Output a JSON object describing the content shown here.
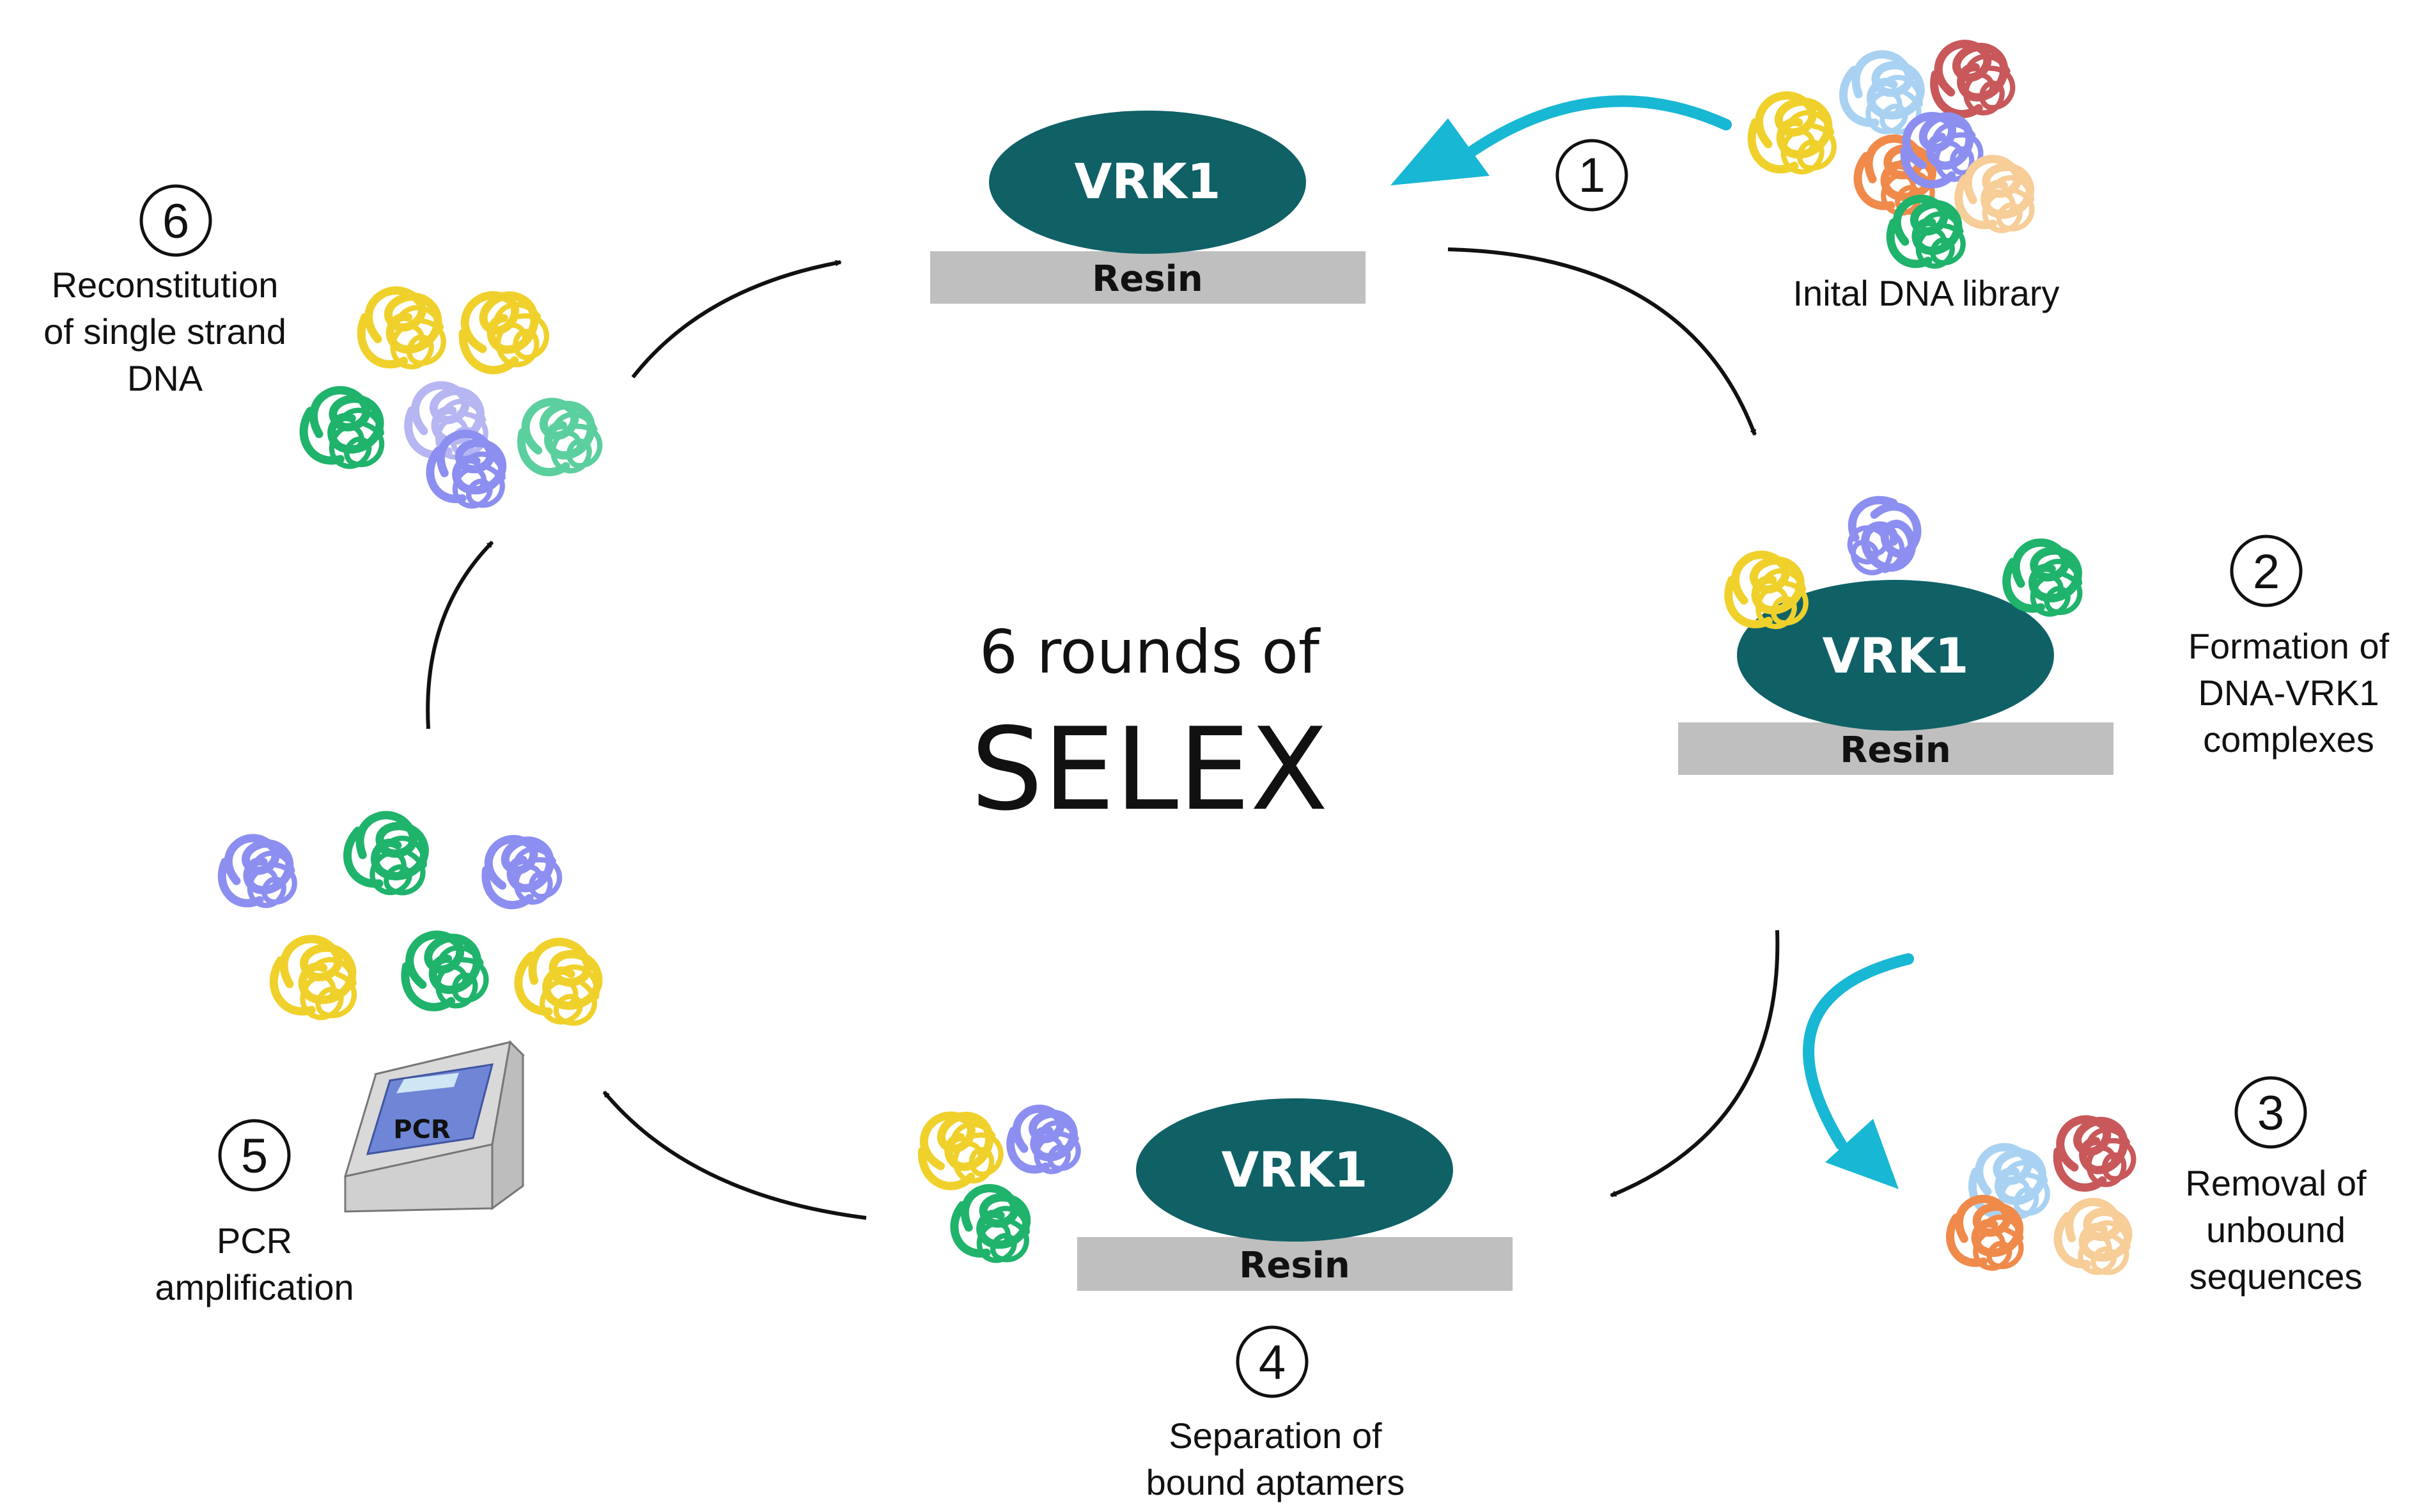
{
  "center": {
    "line1": "6 rounds of",
    "line2": "SELEX"
  },
  "target_label": "VRK1",
  "resin_label": "Resin",
  "pcr_label": "PCR",
  "colors": {
    "protein": "#0f6166",
    "resin": "#c0bfbf",
    "cyan_arrow": "#18b7d4",
    "arrow": "#111111",
    "pcr_screen": "#6f86d6",
    "pcr_display": "#cfe6f5",
    "pcr_body": "#d9d9d9"
  },
  "steps": [
    {
      "number": "1",
      "label": [
        "Inital DNA library"
      ]
    },
    {
      "number": "2",
      "label": [
        "Formation of",
        "DNA-VRK1",
        "complexes"
      ]
    },
    {
      "number": "3",
      "label": [
        "Removal of",
        "unbound",
        "sequences"
      ]
    },
    {
      "number": "4",
      "label": [
        "Separation of",
        "bound aptamers"
      ]
    },
    {
      "number": "5",
      "label": [
        "PCR",
        "amplification"
      ]
    },
    {
      "number": "6",
      "label": [
        "Reconstitution",
        "of single strand",
        "DNA"
      ]
    }
  ]
}
